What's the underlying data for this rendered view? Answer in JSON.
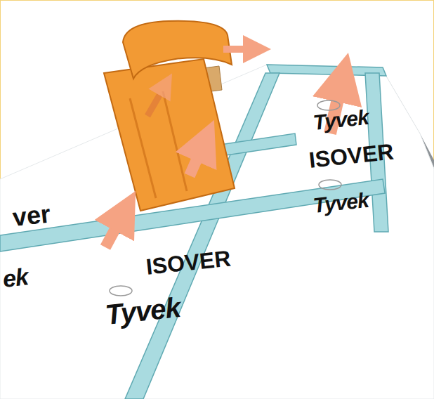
{
  "diagram": {
    "labels": [
      "Tyvek",
      "ISOVER",
      "Tyvek",
      "ver",
      "ISOVER",
      "ek",
      "Tyvek"
    ]
  }
}
